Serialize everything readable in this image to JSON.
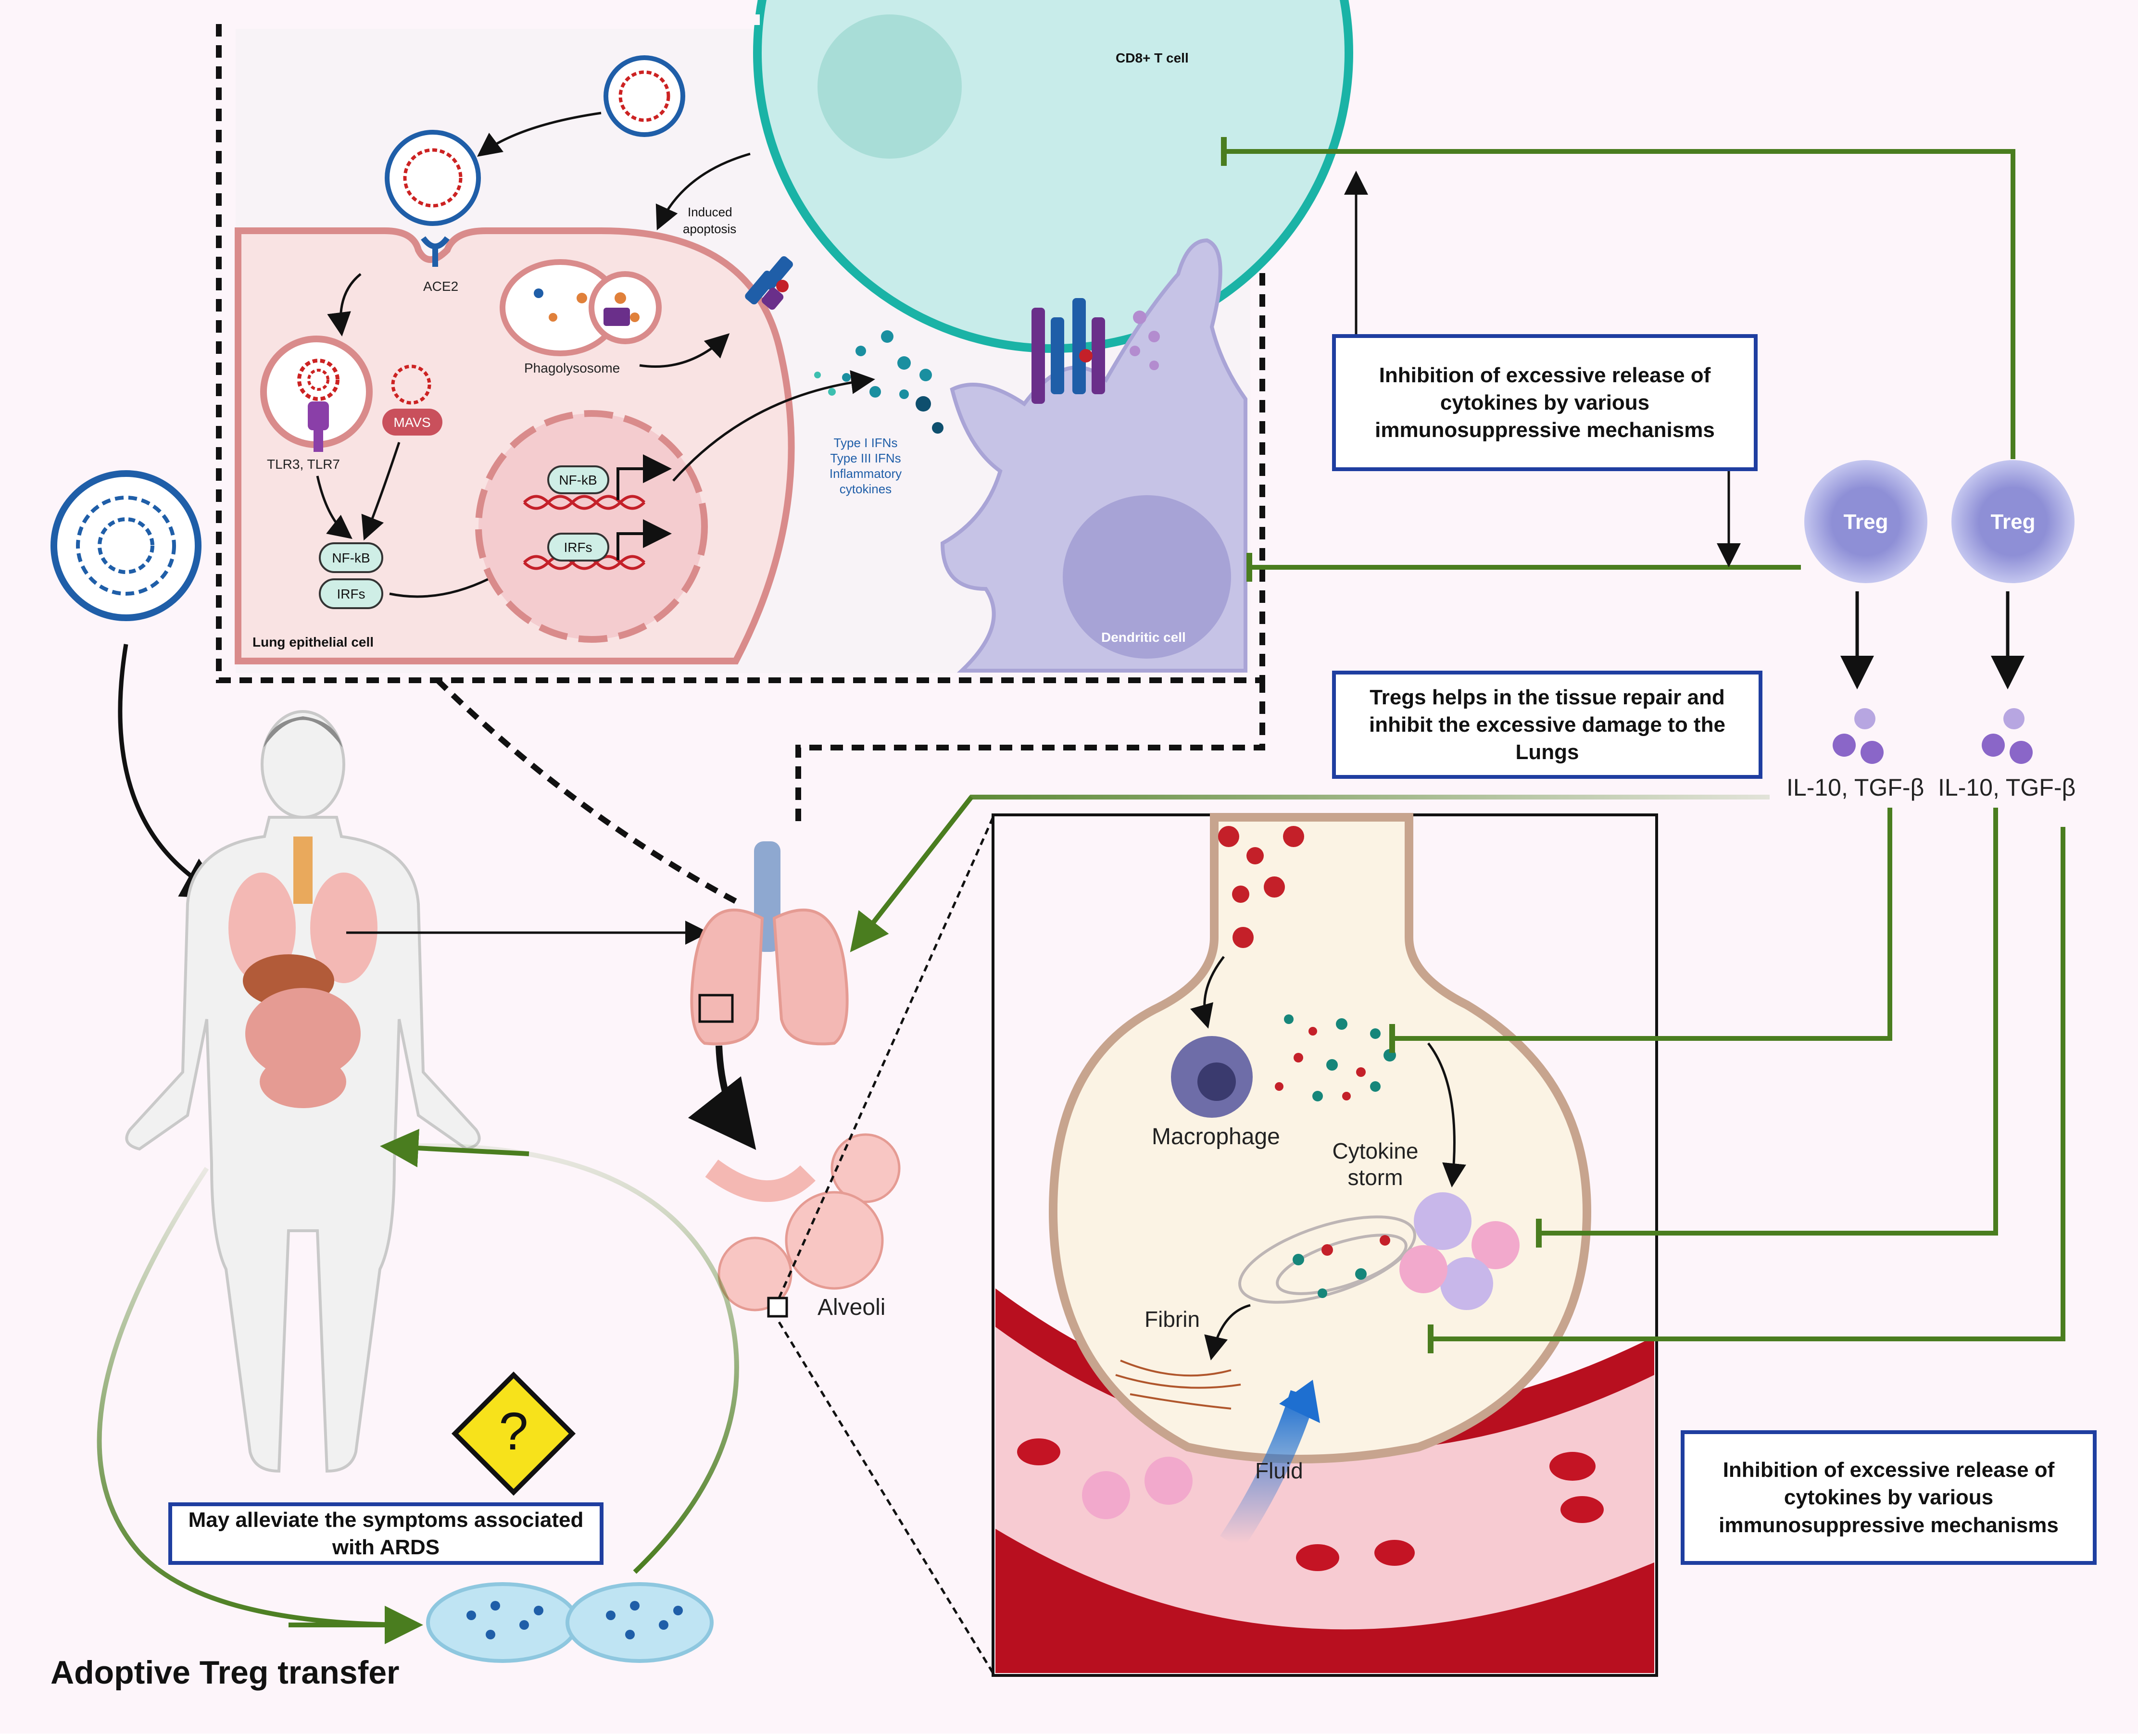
{
  "colors": {
    "background": "#fdf5fa",
    "box_border": "#1f3ea0",
    "inhibit_line": "#4a7d1f",
    "tcell": "#c8ecea",
    "tcell_border": "#1ab3a6",
    "epithelial": "#f9e3e3",
    "epithelial_border": "#d98b8b",
    "dendritic": "#c6c3e6",
    "treg": "#a9abe3",
    "blood": "#b80f1f",
    "alveolus": "#fbf3e4"
  },
  "labels": {
    "cd8_t_cell": "CD8+ T cell",
    "induced_apoptosis_1": "Induced",
    "induced_apoptosis_2": "apoptosis",
    "ace2": "ACE2",
    "phagolysosome": "Phagolysosome",
    "mavs": "MAVS",
    "tlr": "TLR3, TLR7",
    "nfkb": "NF-kB",
    "irfs": "IRFs",
    "type1": "Type I IFNs",
    "type3": "Type III IFNs",
    "inflammatory_1": "Inflammatory",
    "inflammatory_2": "cytokines",
    "lung_epithelial_cell": "Lung epithelial cell",
    "dendritic_cell": "Dendritic cell",
    "treg": "Treg",
    "il10_tgfb": "IL-10, TGF-β",
    "alveoli": "Alveoli",
    "macrophage": "Macrophage",
    "cytokine_storm_1": "Cytokine",
    "cytokine_storm_2": "storm",
    "fibrin": "Fibrin",
    "fluid": "Fluid",
    "question_mark": "?"
  },
  "boxes": {
    "inhibition_top": "Inhibition of excessive release of cytokines by various immunosuppressive mechanisms",
    "tissue_repair": "Tregs helps in the tissue repair and inhibit the excessive damage to the Lungs",
    "inhibition_bottom": "Inhibition of excessive release of cytokines by various immunosuppressive mechanisms",
    "ards": "May alleviate the symptoms associated with ARDS"
  },
  "title": "Adoptive Treg transfer"
}
